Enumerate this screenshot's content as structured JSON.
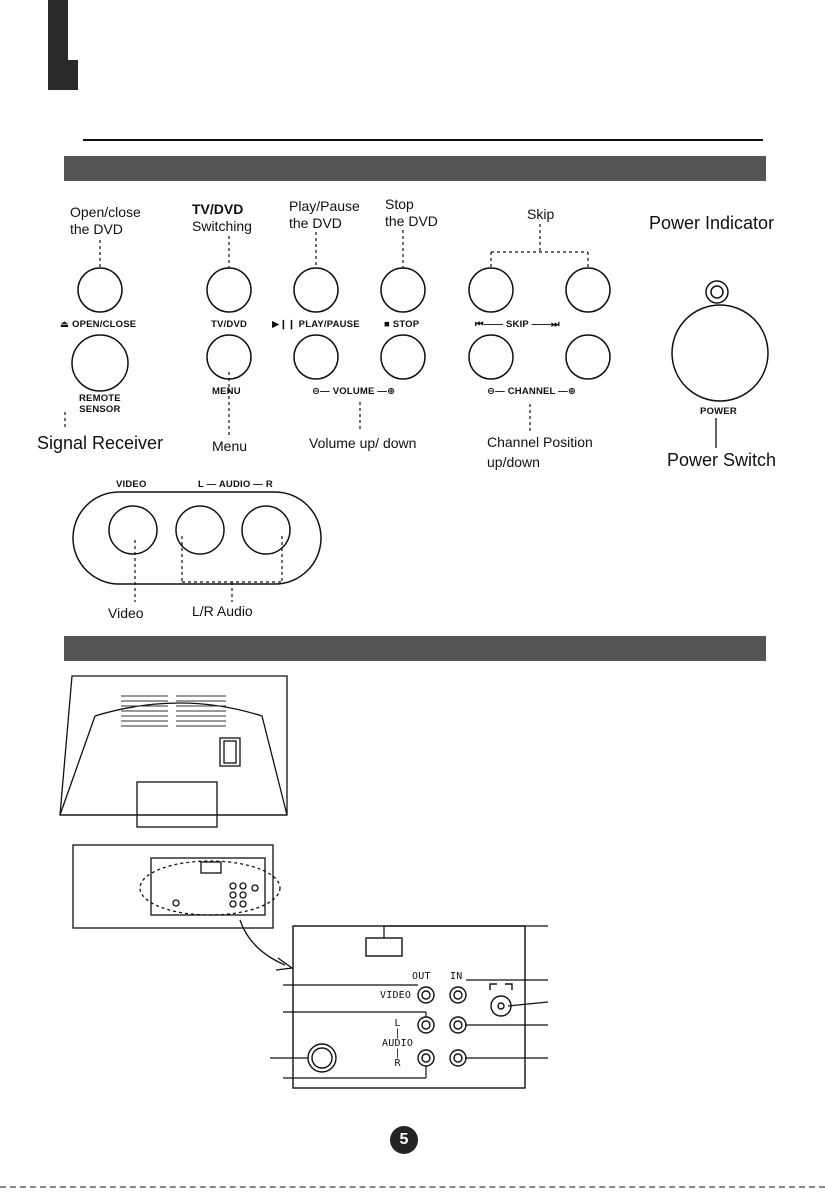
{
  "page": {
    "page_number": "5"
  },
  "front_panel": {
    "captions": {
      "open_close": [
        "Open/close",
        "the DVD"
      ],
      "tv_dvd": [
        "TV/DVD",
        "Switching"
      ],
      "play_pause": [
        "Play/Pause",
        "the DVD"
      ],
      "stop": [
        "Stop",
        "the DVD"
      ],
      "skip": "Skip",
      "power_indicator": "Power Indicator",
      "signal_receiver": "Signal Receiver",
      "menu": "Menu",
      "volume": "Volume up/ down",
      "channel": [
        "Channel Position",
        "up/down"
      ],
      "power_switch": "Power Switch",
      "video": "Video",
      "lr_audio": "L/R Audio"
    },
    "panel_labels": {
      "open_close": "⏏ OPEN/CLOSE",
      "remote_sensor": [
        "REMOTE",
        "SENSOR"
      ],
      "tv_dvd": "TV/DVD",
      "menu": "MENU",
      "play_pause": "▶❙❙ PLAY/PAUSE",
      "stop": "■ STOP",
      "volume": "⊖— VOLUME —⊕",
      "skip": "⏮—— SKIP ——⏭",
      "channel": "⊖— CHANNEL —⊕",
      "power": "POWER",
      "video": "VIDEO",
      "audio": "L — AUDIO — R"
    }
  },
  "rear_panel": {
    "labels": {
      "out": "OUT",
      "in": "IN",
      "video": "VIDEO",
      "audio": [
        "L",
        "|",
        "AUDIO",
        "|",
        "R"
      ]
    }
  }
}
